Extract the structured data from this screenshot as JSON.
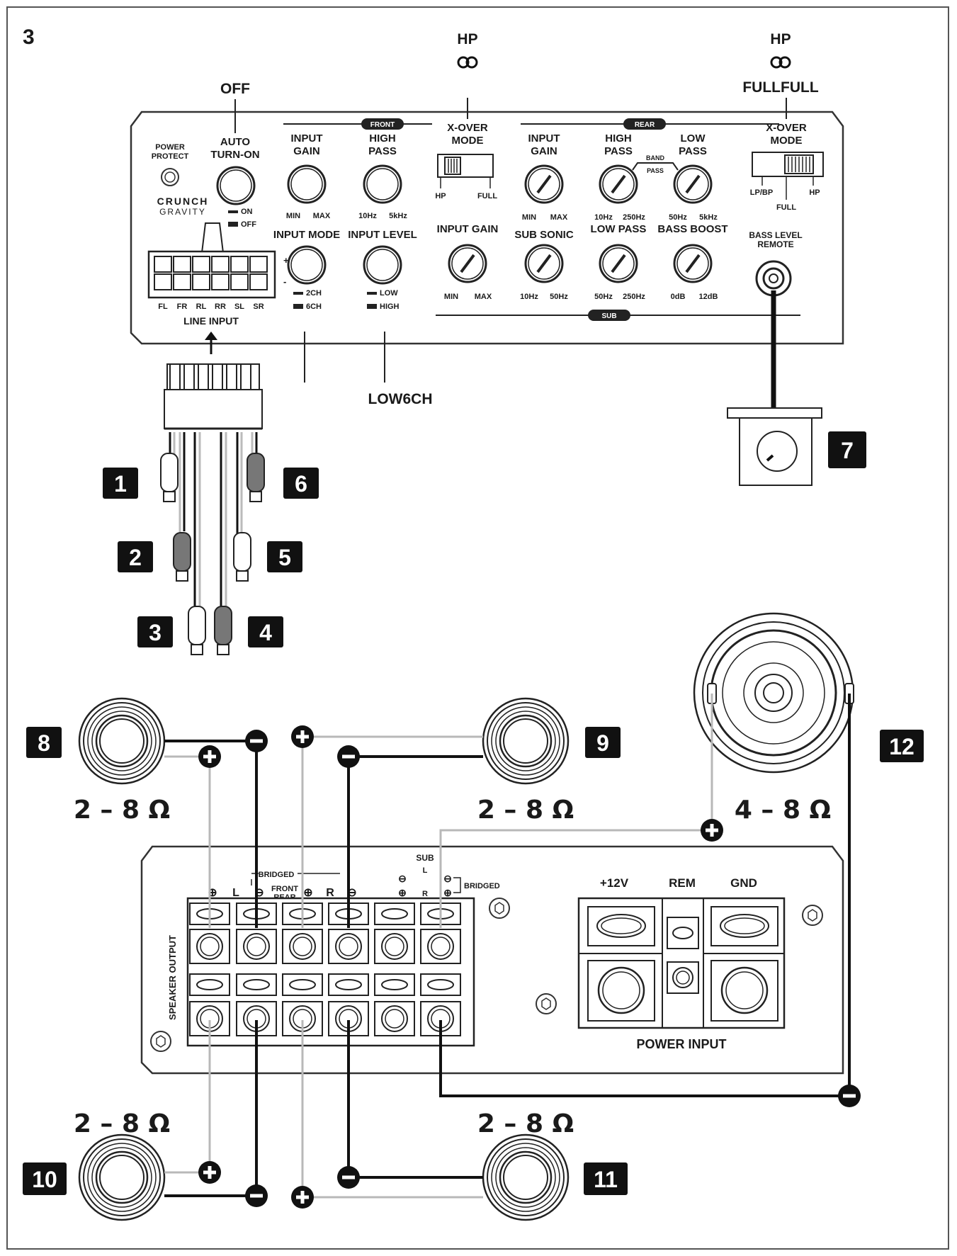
{
  "figure_number": "3",
  "amp_top": {
    "power_protect": "POWER\nPROTECT",
    "brand_top": "CRUNCH",
    "brand_bottom": "GRAVITY",
    "auto_turn_on": "AUTO\nTURN-ON",
    "auto_turn_on_states": [
      "ON",
      "OFF"
    ],
    "front_section": "FRONT",
    "rear_section": "REAR",
    "sub_section": "SUB",
    "front_input_gain": "INPUT\nGAIN",
    "front_input_gain_range": [
      "MIN",
      "MAX"
    ],
    "front_high_pass": "HIGH\nPASS",
    "front_high_pass_range": [
      "10Hz",
      "5kHz"
    ],
    "front_xover": "X-OVER\nMODE",
    "front_xover_positions": [
      "HP",
      "FULL"
    ],
    "input_mode": "INPUT MODE",
    "input_mode_states": [
      "2CH",
      "6CH"
    ],
    "input_level": "INPUT LEVEL",
    "input_level_states": [
      "LOW",
      "HIGH"
    ],
    "line_input": "LINE INPUT",
    "line_input_channels": [
      "FL",
      "FR",
      "RL",
      "RR",
      "SL",
      "SR"
    ],
    "rear_input_gain": "INPUT\nGAIN",
    "rear_input_gain_range": [
      "MIN",
      "MAX"
    ],
    "rear_high_pass": "HIGH\nPASS",
    "rear_high_pass_range": [
      "10Hz",
      "250Hz"
    ],
    "band_pass": "BAND\nPASS",
    "rear_low_pass": "LOW\nPASS",
    "rear_low_pass_range": [
      "50Hz",
      "5kHz"
    ],
    "rear_xover": "X-OVER\nMODE",
    "rear_xover_positions": [
      "LP/BP",
      "FULL",
      "HP"
    ],
    "sub_input_gain": "INPUT GAIN",
    "sub_input_gain_range": [
      "MIN",
      "MAX"
    ],
    "sub_sonic": "SUB SONIC",
    "sub_sonic_range": [
      "10Hz",
      "50Hz"
    ],
    "sub_low_pass": "LOW PASS",
    "sub_low_pass_range": [
      "50Hz",
      "250Hz"
    ],
    "bass_boost": "BASS BOOST",
    "bass_boost_range": [
      "0dB",
      "12dB"
    ],
    "bass_level_remote": "BASS LEVEL\nREMOTE"
  },
  "callouts": {
    "auto_turn_on_setting": "OFF",
    "front_xover_setting": "HP",
    "rear_xover_setting_top": "HP",
    "rear_xover_setting_bottom": "FULLFULL",
    "input_setting": "LOW6CH"
  },
  "rca_badges": [
    "1",
    "2",
    "3",
    "4",
    "5",
    "6"
  ],
  "remote_badge": "7",
  "speakers": [
    {
      "badge": "8",
      "impedance": "2 – 8 Ω"
    },
    {
      "badge": "9",
      "impedance": "2 – 8 Ω"
    },
    {
      "badge": "10",
      "impedance": "2 – 8 Ω"
    },
    {
      "badge": "11",
      "impedance": "2 – 8 Ω"
    },
    {
      "badge": "12",
      "impedance": "4 – 8 Ω"
    }
  ],
  "amp_bottom": {
    "speaker_output": "SPEAKER OUTPUT",
    "bridged_top": "BRIDGED",
    "front_rear": "FRONT\nREAR",
    "left": "L",
    "right": "R",
    "sub": "SUB",
    "sub_l": "L",
    "sub_r": "R",
    "bridged_side": "BRIDGED",
    "power_12v": "+12V",
    "power_rem": "REM",
    "power_gnd": "GND",
    "power_input": "POWER INPUT"
  }
}
